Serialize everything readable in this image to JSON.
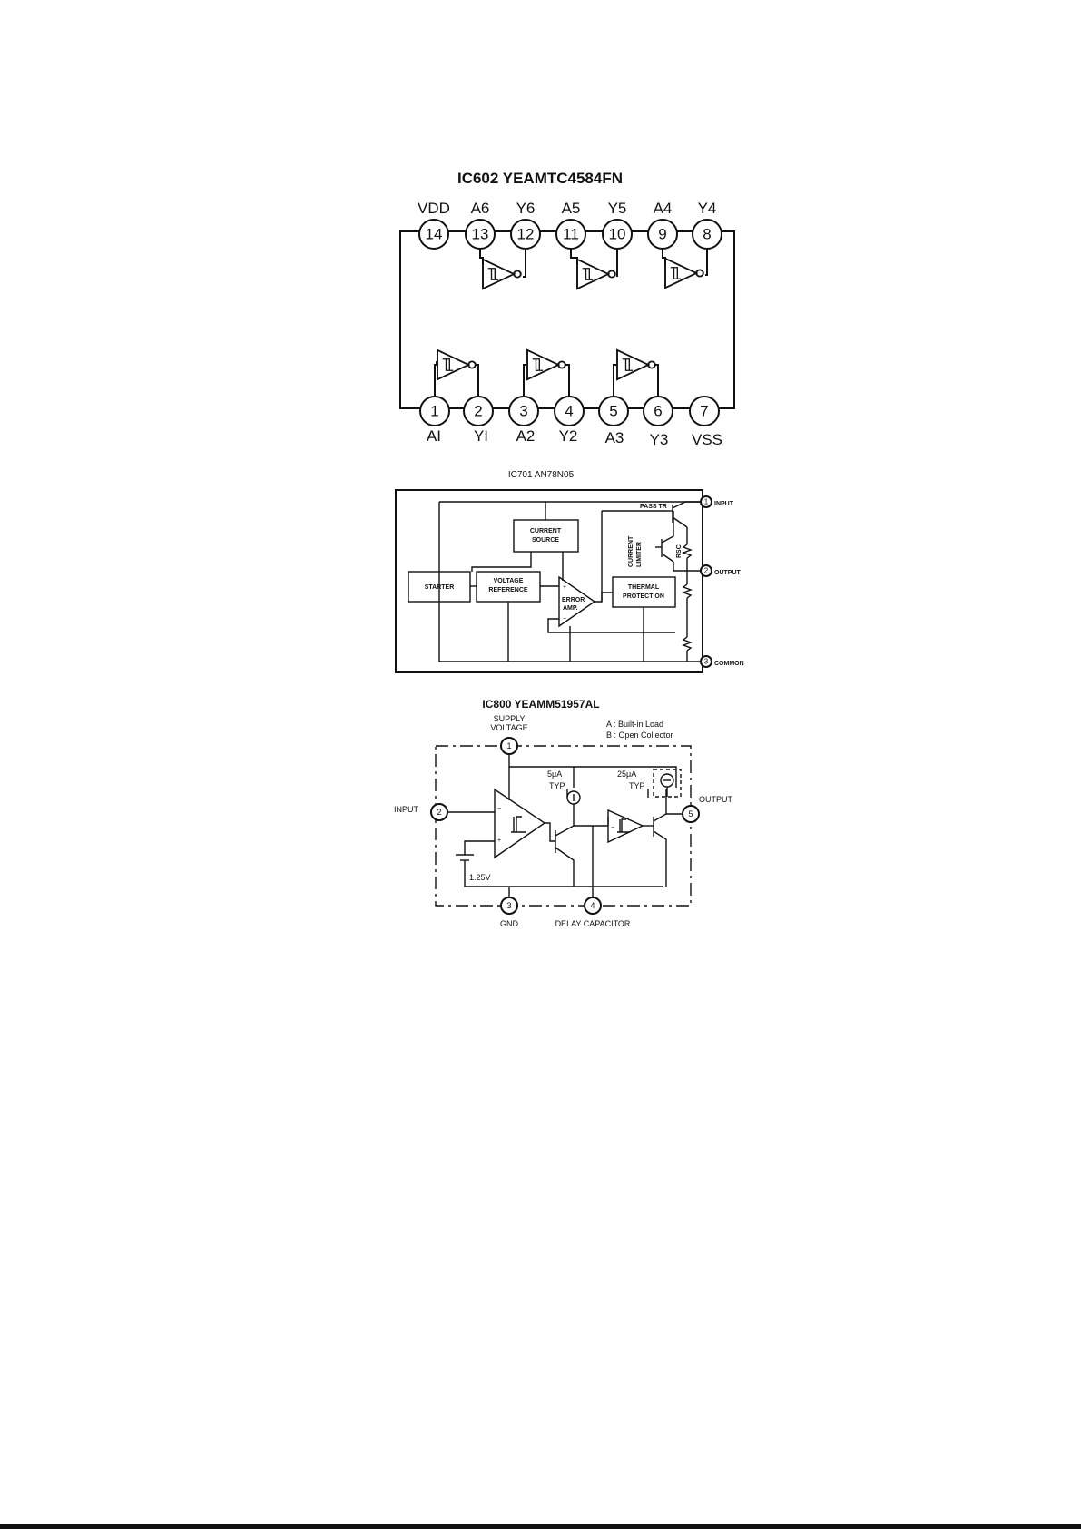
{
  "ic602": {
    "title": "IC602  YEAMTC4584FN",
    "top_pins": [
      {
        "num": "14",
        "label": "VDD"
      },
      {
        "num": "13",
        "label": "A6"
      },
      {
        "num": "12",
        "label": "Y6"
      },
      {
        "num": "11",
        "label": "A5"
      },
      {
        "num": "10",
        "label": "Y5"
      },
      {
        "num": "9",
        "label": "A4"
      },
      {
        "num": "8",
        "label": "Y4"
      }
    ],
    "bottom_pins": [
      {
        "num": "1",
        "label": "AI"
      },
      {
        "num": "2",
        "label": "YI"
      },
      {
        "num": "3",
        "label": "A2"
      },
      {
        "num": "4",
        "label": "Y2"
      },
      {
        "num": "5",
        "label": "A3"
      },
      {
        "num": "6",
        "label": "Y3"
      },
      {
        "num": "7",
        "label": "VSS"
      }
    ]
  },
  "ic701": {
    "title": "IC701  AN78N05",
    "blocks": {
      "starter": "STARTER",
      "voltage_reference_1": "VOLTAGE",
      "voltage_reference_2": "REFERENCE",
      "current_source_1": "CURRENT",
      "current_source_2": "SOURCE",
      "thermal_1": "THERMAL",
      "thermal_2": "PROTECTION",
      "error_amp_1": "ERROR",
      "error_amp_2": "AMP."
    },
    "pass_tr": "PASS TR",
    "current_limiter_1": "CURRENT",
    "current_limiter_2": "LIMITER",
    "rsc": "RSC",
    "pins": [
      {
        "num": "1",
        "label": "INPUT"
      },
      {
        "num": "2",
        "label": "OUTPUT"
      },
      {
        "num": "3",
        "label": "COMMON"
      }
    ]
  },
  "ic800": {
    "title": "IC800  YEAMM51957AL",
    "legend_a": "A : Built-in Load",
    "legend_b": "B : Open Collector",
    "supply_1": "SUPPLY",
    "supply_2": "VOLTAGE",
    "input": "INPUT",
    "output": "OUTPUT",
    "gnd": "GND",
    "delay": "DELAY CAPACITOR",
    "i5": "5μA",
    "i25": "25μA",
    "typ": "TYP",
    "vref": "1.25V",
    "pins": [
      {
        "num": "1"
      },
      {
        "num": "2"
      },
      {
        "num": "3"
      },
      {
        "num": "4"
      },
      {
        "num": "5"
      }
    ]
  }
}
